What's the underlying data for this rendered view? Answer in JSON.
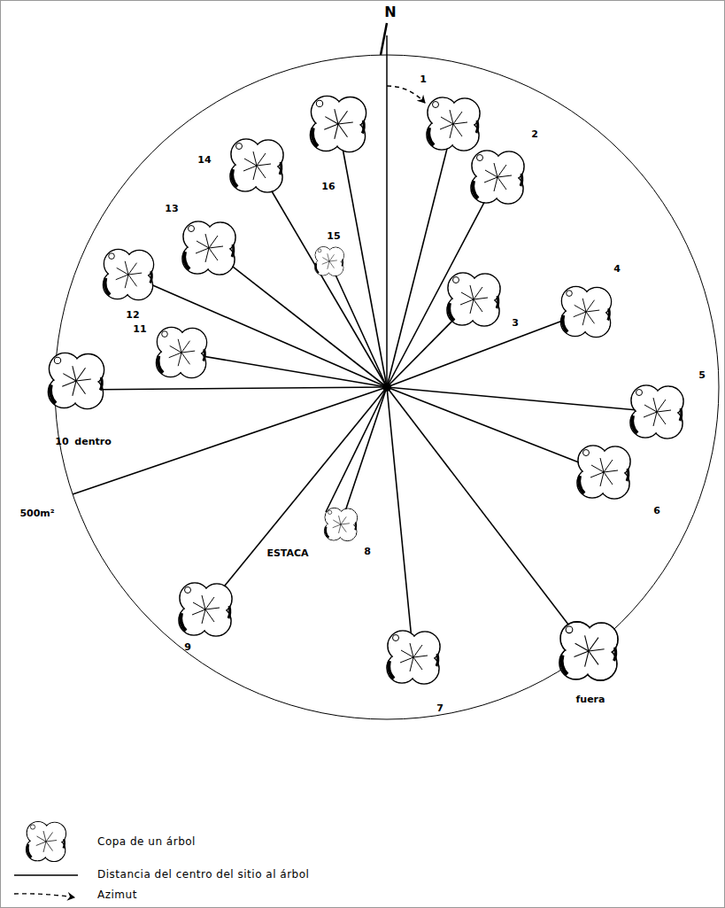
{
  "diagram": {
    "labels": [
      "N",
      "1",
      "2",
      "3",
      "4",
      "5",
      "6",
      "7",
      "8",
      "9",
      "10",
      "11",
      "12",
      "13",
      "14",
      "15",
      "16",
      "dentro",
      "fuera",
      "500m²",
      "ESTACA"
    ],
    "legend": [
      {
        "text": "Copa de un árbol"
      },
      {
        "text": "Distancia del centro del sitio al árbol"
      },
      {
        "text": "Azimut"
      }
    ]
  }
}
